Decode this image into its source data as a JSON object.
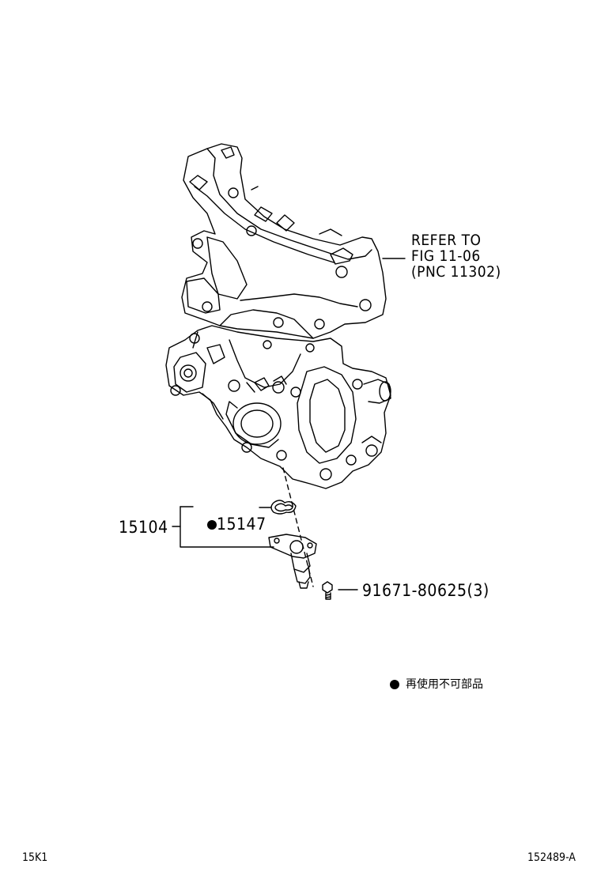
{
  "callouts": {
    "refer": {
      "line1": "REFER TO",
      "line2": "FIG 11-06",
      "line3": "(PNC 11302)"
    },
    "assembly": "15104",
    "gasket": "15147",
    "bolt": "91671-80625(3)"
  },
  "legend": {
    "text": "再使用不可部品"
  },
  "footer": {
    "left_code": "15K1",
    "right_code": "152489-A"
  }
}
